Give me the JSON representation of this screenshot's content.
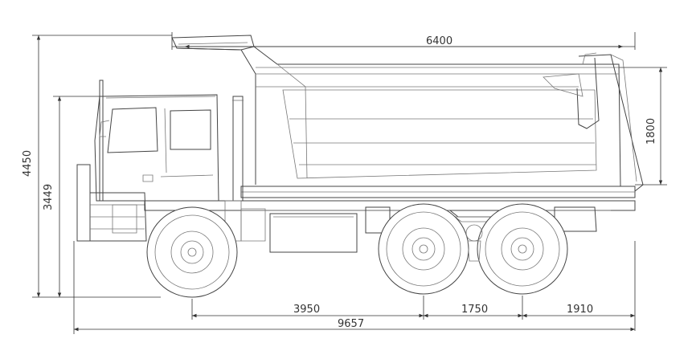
{
  "dimensions": {
    "box_length": "6400",
    "overall_height": "4450",
    "cab_height": "3449",
    "box_height": "1800",
    "front_to_axle_spacing": "3950",
    "middle_to_rear_axle_spacing": "1750",
    "rear_overhang": "1910",
    "overall_length": "9657"
  },
  "colors": {
    "line": "#444444",
    "background": "#ffffff"
  }
}
